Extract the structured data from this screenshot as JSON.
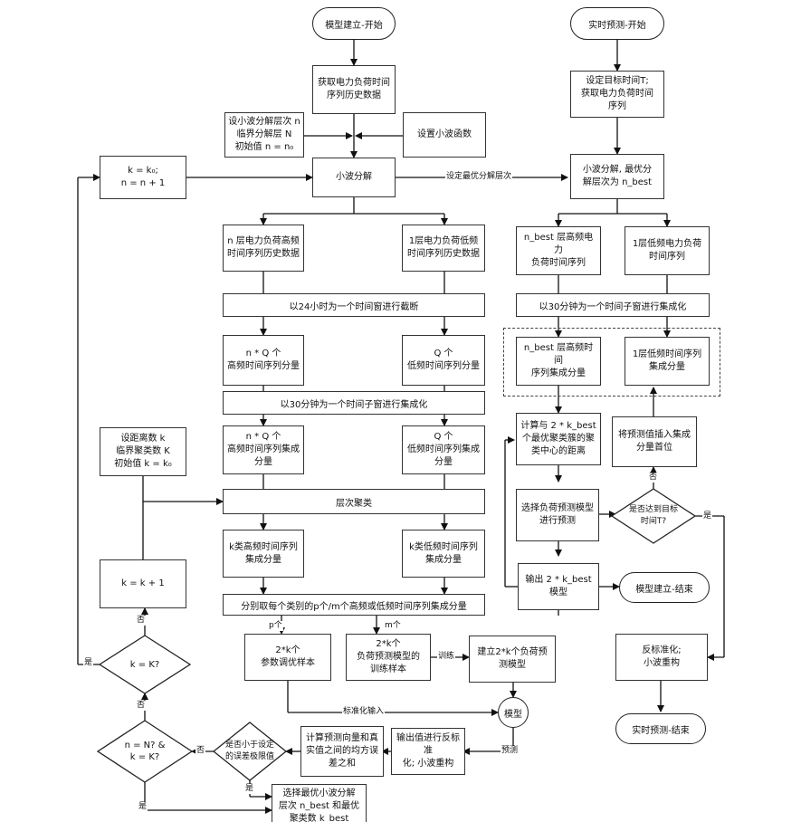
{
  "terminals": {
    "model_start": "模型建立-开始",
    "realtime_start": "实时预测-开始",
    "model_end": "模型建立-结束",
    "realtime_end": "实时预测-结束"
  },
  "boxes": {
    "get_history": "获取电力负荷时间\n序列历史数据",
    "set_levels": "设小波分解层次 n\n临界分解层 N\n初始值 n = n₀",
    "set_wavelet": "设置小波函数",
    "wavelet_decomp": "小波分解",
    "k_init_n_inc": "k = k₀;\nn = n + 1",
    "n_high_hist": "n 层电力负荷高频\n时间序列历史数据",
    "one_low_hist": "1层电力负荷低频\n时间序列历史数据",
    "nq_high": "n * Q 个\n高频时间序列分量",
    "q_low": "Q 个\n低频时间序列分量",
    "nq_high_integ": "n * Q 个\n高频时间序列集成\n分量",
    "q_low_integ": "Q 个\n低频时间序列集成\n分量",
    "set_clusters": "设距离数 k\n临界聚类数 K\n初始值 k = k₀",
    "k_high": "k类高频时间序列\n集成分量",
    "k_low": "k类低频时间序列\n集成分量",
    "k_inc": "k = k + 1",
    "param_samples": "2*k个\n参数调优样本",
    "train_samples": "2*k个\n负荷预测模型的\n训练样本",
    "build_models": "建立2*k个负荷预\n测模型",
    "compute_mse": "计算预测向量和真\n实值之间的均方误\n差之和",
    "denorm_output": "输出值进行反标准\n化; 小波重构",
    "select_best": "选择最优小波分解\n层次 n_best 和最优\n聚类数 k_best",
    "rt_set_target": "设定目标时间T;\n获取电力负荷时间\n序列",
    "rt_wavelet": "小波分解, 最优分\n解层次为 n_best",
    "rt_n_high": "n_best 层高频电力\n负荷时间序列",
    "rt_one_low": "1层低频电力负荷\n时间序列",
    "rt_n_high_integ": "n_best 层高频时间\n序列集成分量",
    "rt_one_low_integ": "1层低频时间序列\n集成分量",
    "rt_distance": "计算与 2 * k_best\n个最优聚类簇的聚\n类中心的距离",
    "rt_insert": "将预测值插入集成\n分量首位",
    "rt_select_model": "选择负荷预测模型\n进行预测",
    "rt_output": "输出 2 * k_best 模型",
    "rt_denorm": "反标准化;\n小波重构"
  },
  "bars": {
    "cut_24h": "以24小时为一个时间窗进行截断",
    "integ_30min": "以30分钟为一个时间子窗进行集成化",
    "hier_cluster": "层次聚类",
    "split_components": "分别取每个类别的p个/m个高频或低频时间序列集成分量",
    "rt_integ_30min": "以30分钟为一个时间子窗进行集成化"
  },
  "decisions": {
    "k_eq_K": "k = K?",
    "n_k_check": "n = N? &\nk = K?",
    "error_check": "是否小于设定\n的误差极限值",
    "rt_reach_T": "是否达到目标\n时间T?"
  },
  "circles": {
    "model": "模型"
  },
  "edge_labels": {
    "set_optimal": "设定最优分解层次",
    "p_count": "p个",
    "m_count": "m个",
    "train": "训练",
    "norm_input": "标准化输入",
    "predict": "预测",
    "no_1": "否",
    "no_2": "否",
    "no_3": "否",
    "yes_1": "是",
    "yes_2": "是",
    "yes_3": "是",
    "rt_no": "否",
    "rt_yes": "是"
  }
}
